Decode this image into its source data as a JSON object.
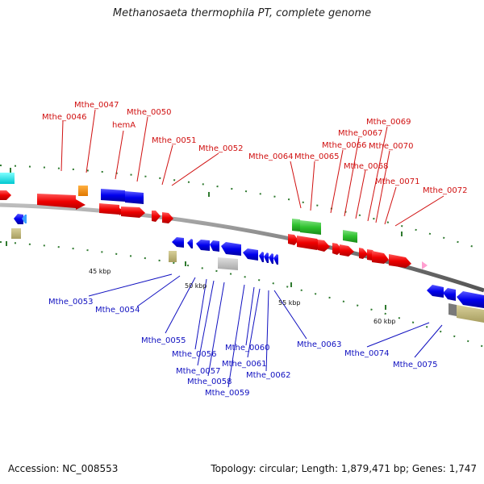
{
  "header": {
    "title": "Methanosaeta thermophila PT, complete genome"
  },
  "footer": {
    "accession": "Accession: NC_008553",
    "summary": "Topology: circular; Length: 1,879,471 bp; Genes: 1,747"
  },
  "colors": {
    "forward_label": "#d01010",
    "reverse_label": "#1010c0",
    "backbone": "#888888",
    "tick": "#2f7a2f"
  },
  "scale_labels": [
    "45 kbp",
    "50 kbp",
    "55 kbp",
    "60 kbp"
  ],
  "forward_genes": [
    "Mthe_0046",
    "Mthe_0047",
    "hemA",
    "Mthe_0050",
    "Mthe_0051",
    "Mthe_0052",
    "Mthe_0064",
    "Mthe_0065",
    "Mthe_0066",
    "Mthe_0067",
    "Mthe_0068",
    "Mthe_0069",
    "Mthe_0070",
    "Mthe_0071",
    "Mthe_0072"
  ],
  "reverse_genes": [
    "Mthe_0053",
    "Mthe_0054",
    "Mthe_0055",
    "Mthe_0056",
    "Mthe_0057",
    "Mthe_0058",
    "Mthe_0059",
    "Mthe_0060",
    "Mthe_0061",
    "Mthe_0062",
    "Mthe_0063",
    "Mthe_0074",
    "Mthe_0075"
  ]
}
